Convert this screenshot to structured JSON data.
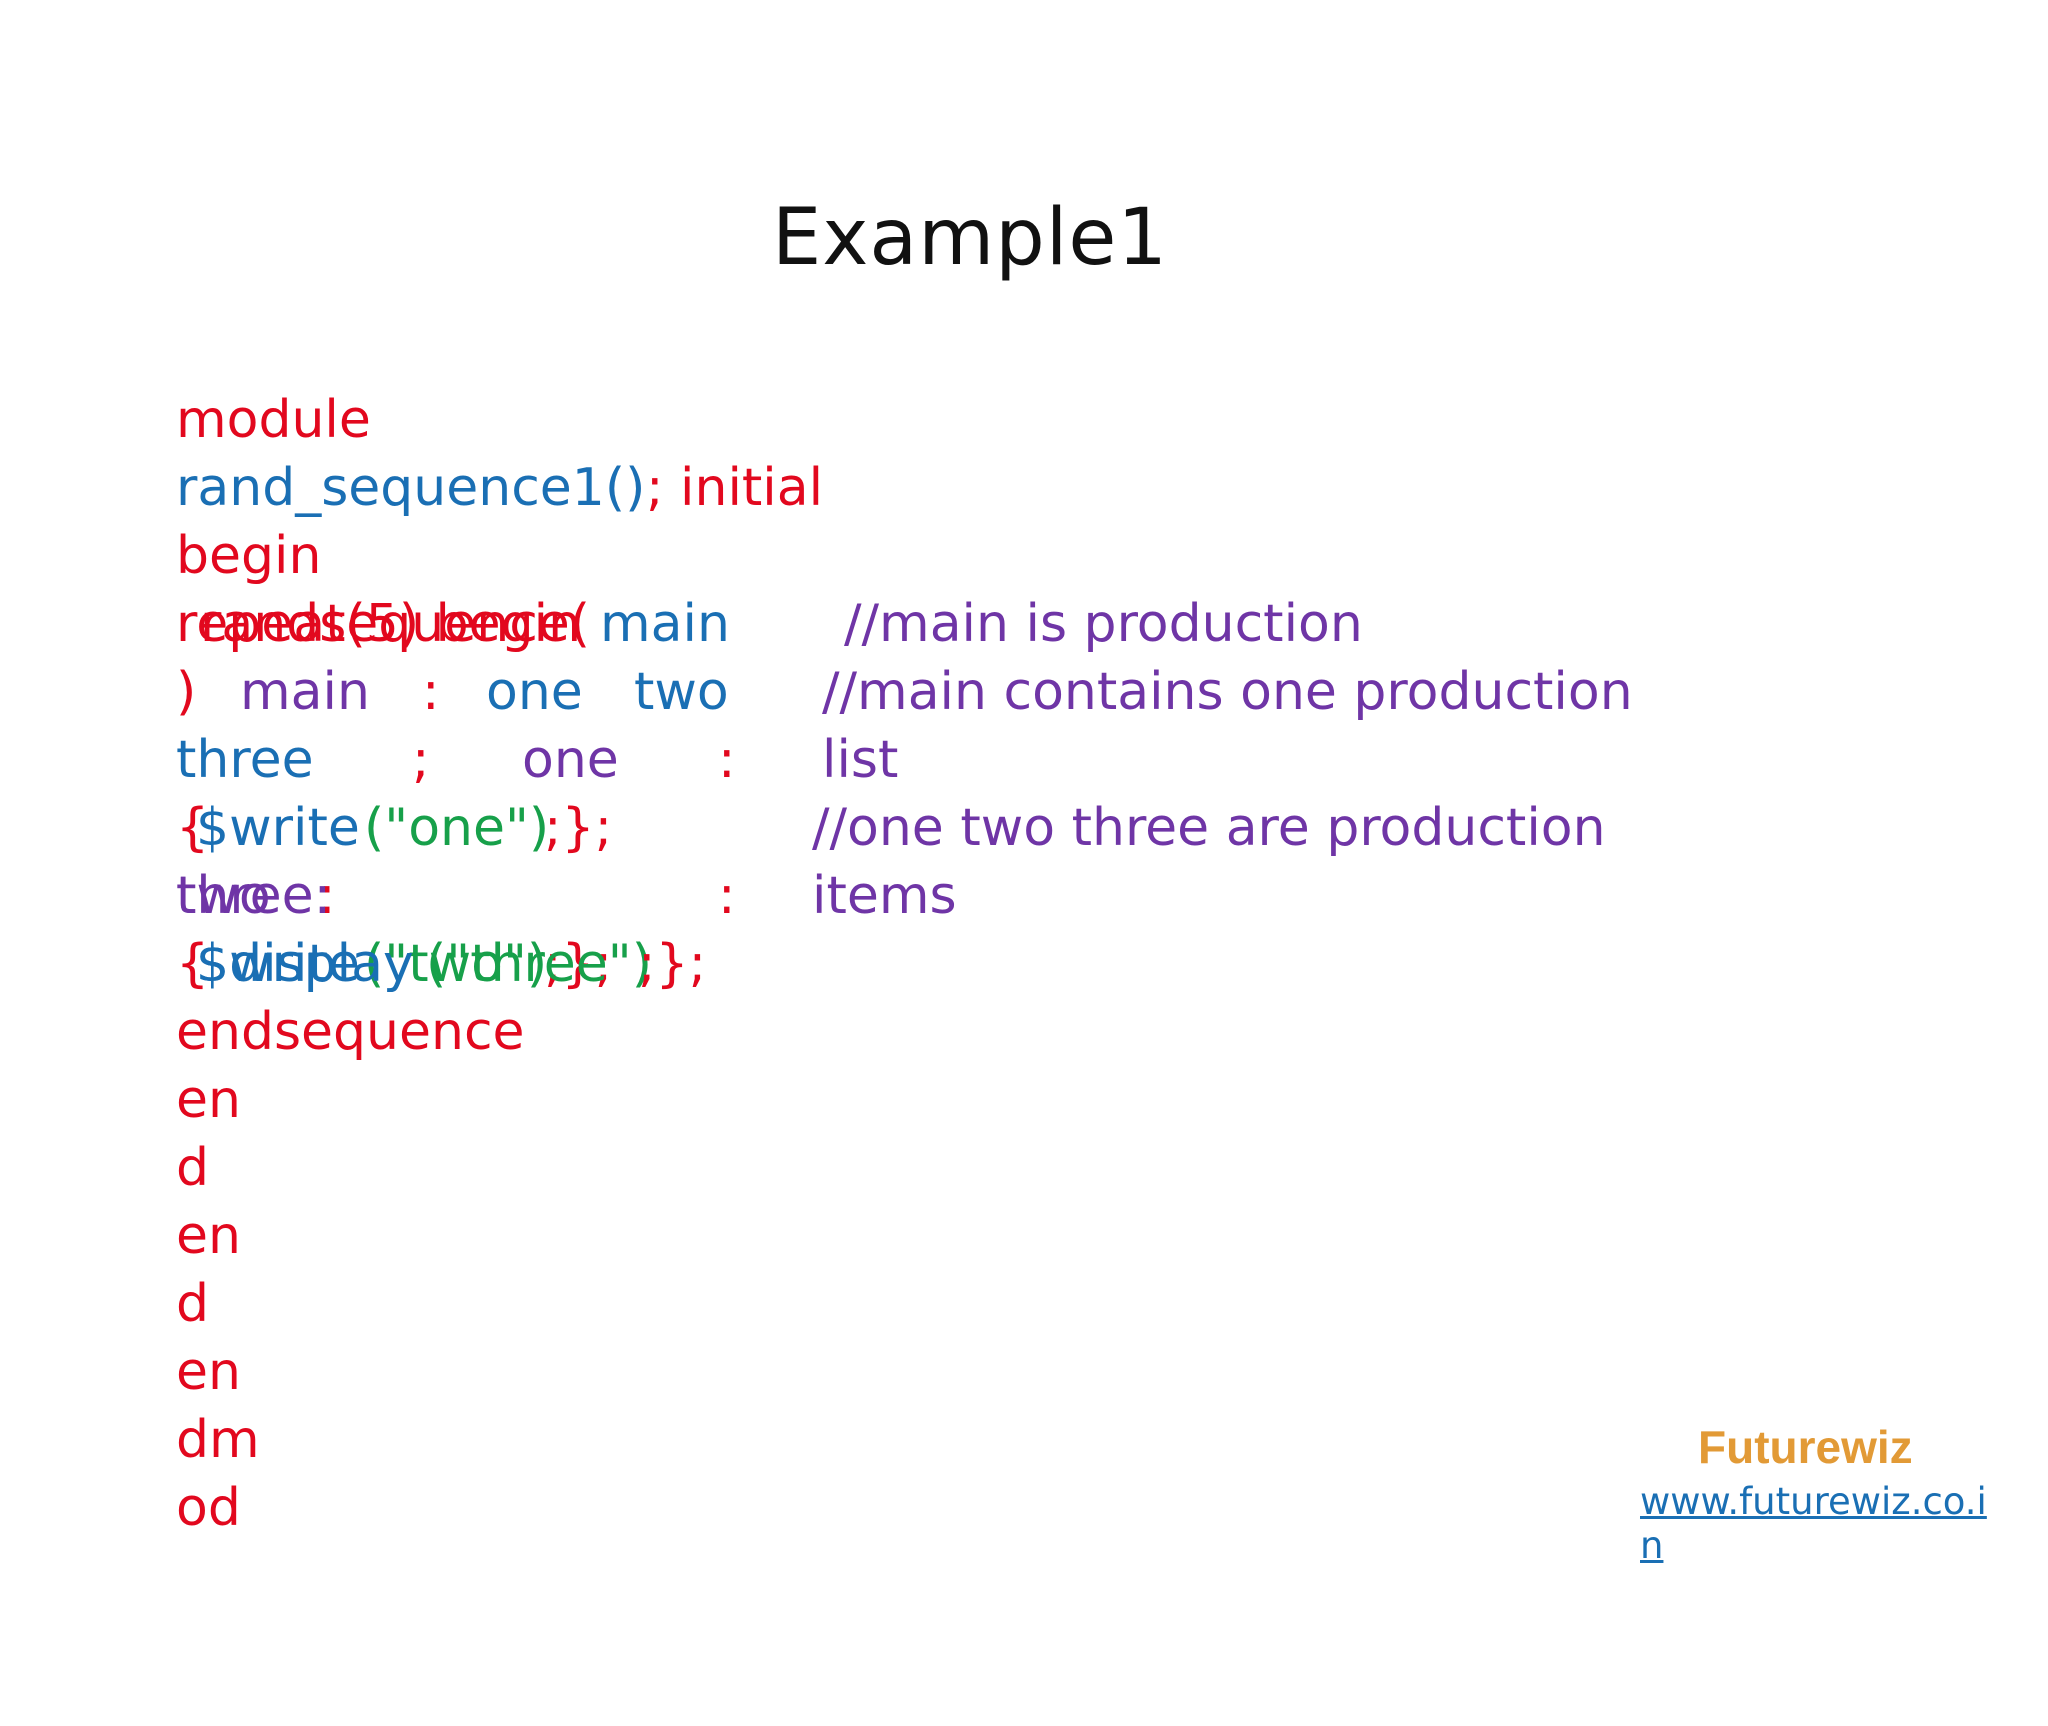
{
  "slide": {
    "title": "Example1"
  },
  "code": {
    "l1": "module",
    "l2_id": "rand_sequence1()",
    "l2_kw": "; initial",
    "l3": "begin",
    "l4_kw_a": "repeat(5) begin",
    "l4_kw_b": "randsequence(",
    "l4_id": "main",
    "l4_cm": "//main is production",
    "l5_kw_paren": ")",
    "l5_cm_main": "main",
    "l5_kw_colon": ":",
    "l5_id_one": "one",
    "l5_id_two": "two",
    "l5_cm": "//main contains one production",
    "l6_id_three": "three",
    "l6_kw_semi": ";",
    "l6_cm_one": "one",
    "l6_kw_colon": ":",
    "l6_cm": "list",
    "l7_kw_open": "{",
    "l7_id": "$write",
    "l7_st": "(\"one\")",
    "l7_kw_close": ";};",
    "l7_cm": "//one two three are production",
    "l8_cm_two": "two",
    "l8_kw_colon": ":",
    "l8_cm_three": "three:",
    "l8_kw_colon2": ":",
    "l8_cm": "items",
    "l9_kw_open": "{",
    "l9_id": "$write",
    "l9_st": "(\"two\")",
    "l9_kw_close": ";};",
    "l9b_id": "$display",
    "l9b_st": "(\"three\")",
    "l9b_kw_close": ";};",
    "l10": "endsequence",
    "l11": "en",
    "l12": "d",
    "l13": "en",
    "l14": "d",
    "l15": "en",
    "l16": "dm",
    "l17": "od"
  },
  "footer": {
    "brand": "Futurewiz",
    "url": "www.futurewiz.co.in"
  },
  "colors": {
    "keyword": "#e2081e",
    "identifier": "#1a6fb4",
    "comment": "#6f35a6",
    "string": "#17a04a",
    "brand": "#e29a36"
  }
}
